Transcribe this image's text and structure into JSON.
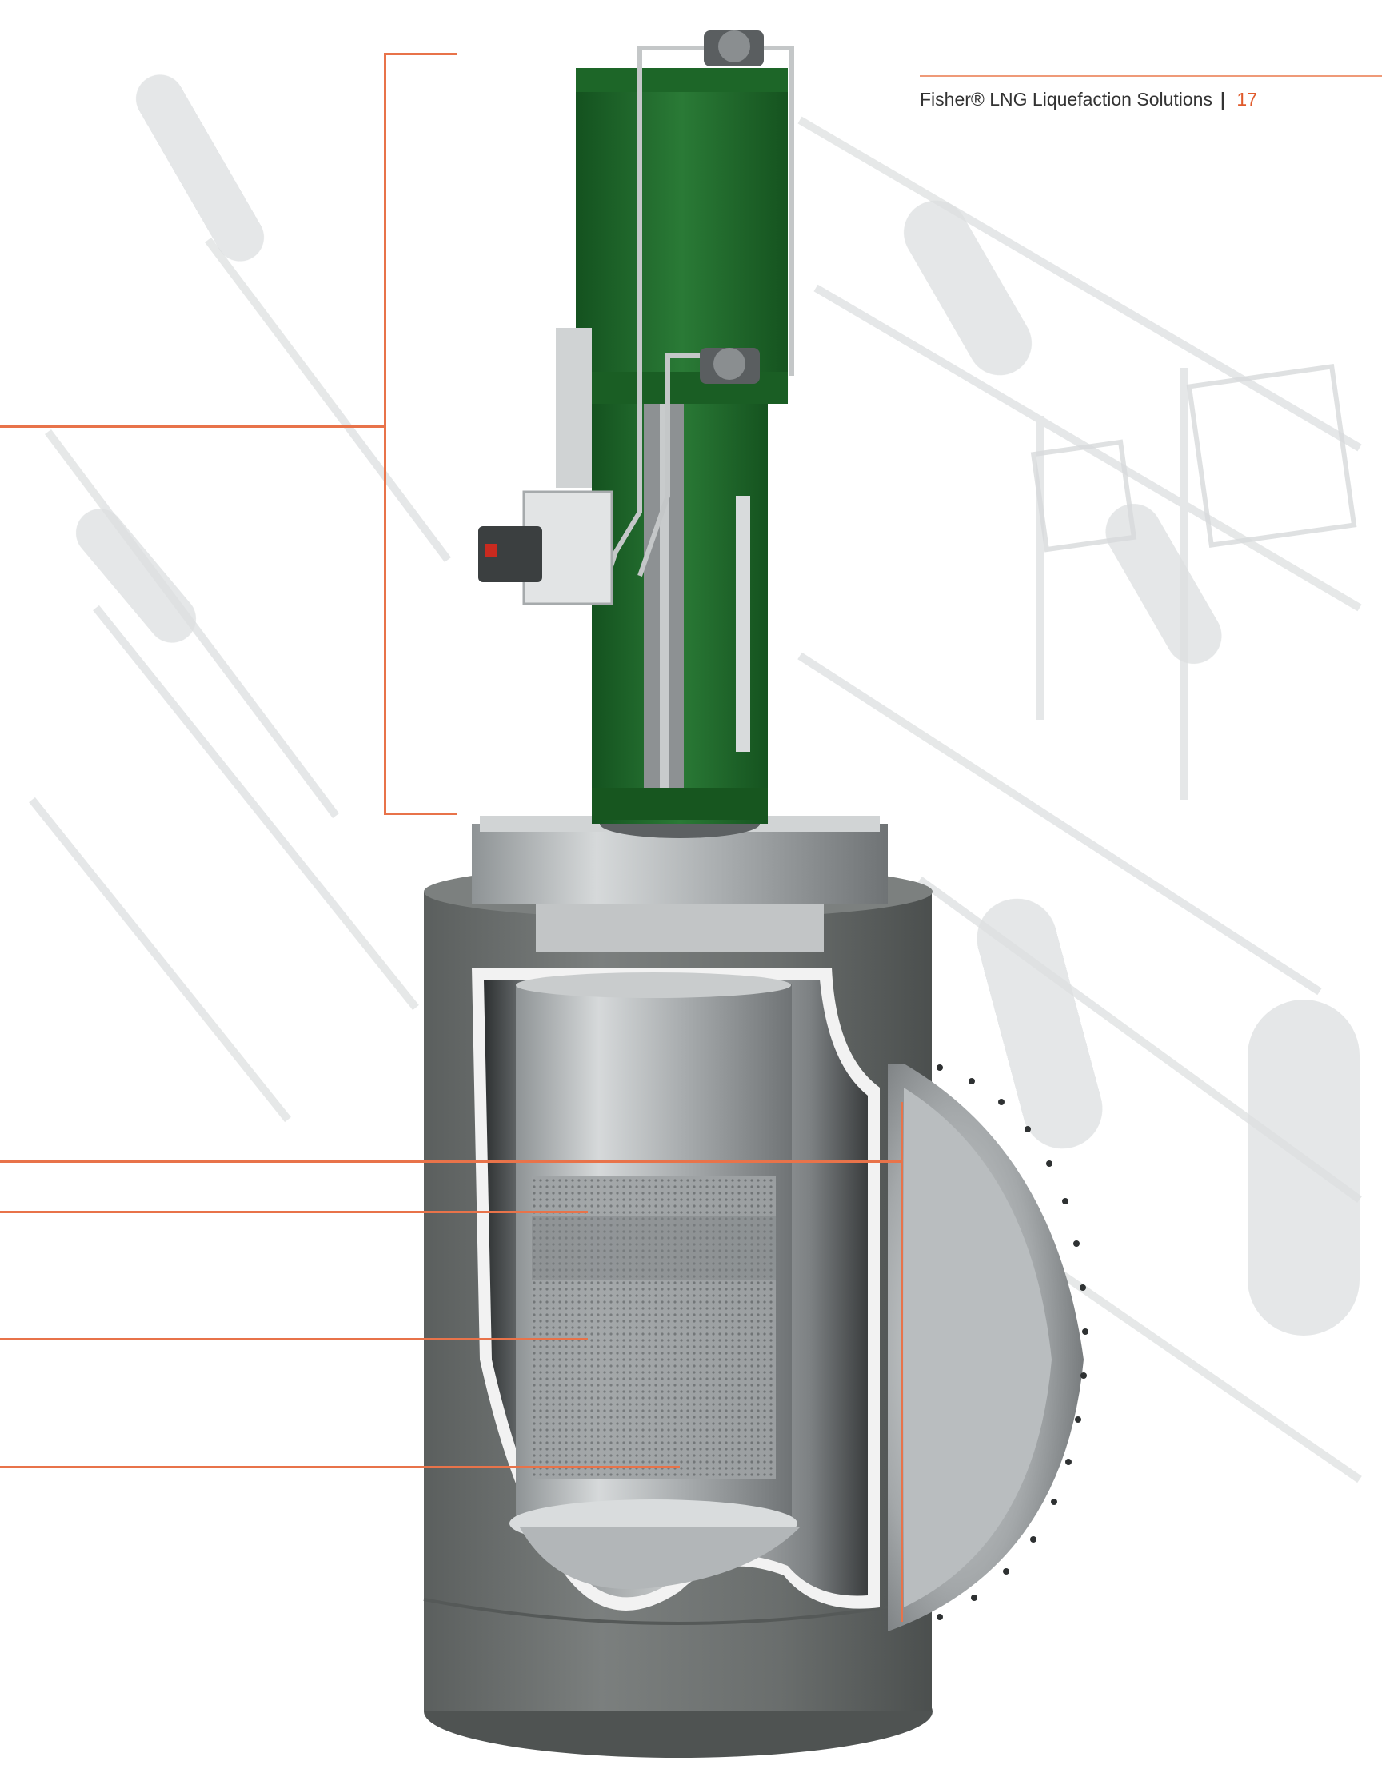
{
  "header": {
    "publication": "Fisher® LNG Liquefaction Solutions",
    "separator": "|",
    "page_number": "17"
  },
  "colors": {
    "accent": "#e8734a",
    "actuator_green": "#1f6b2c",
    "body_gray": "#6b6f6e",
    "steel": "#b9bdbf"
  },
  "figure": {
    "subject": "cutaway-control-valve-with-actuator",
    "callout_count": 5
  }
}
